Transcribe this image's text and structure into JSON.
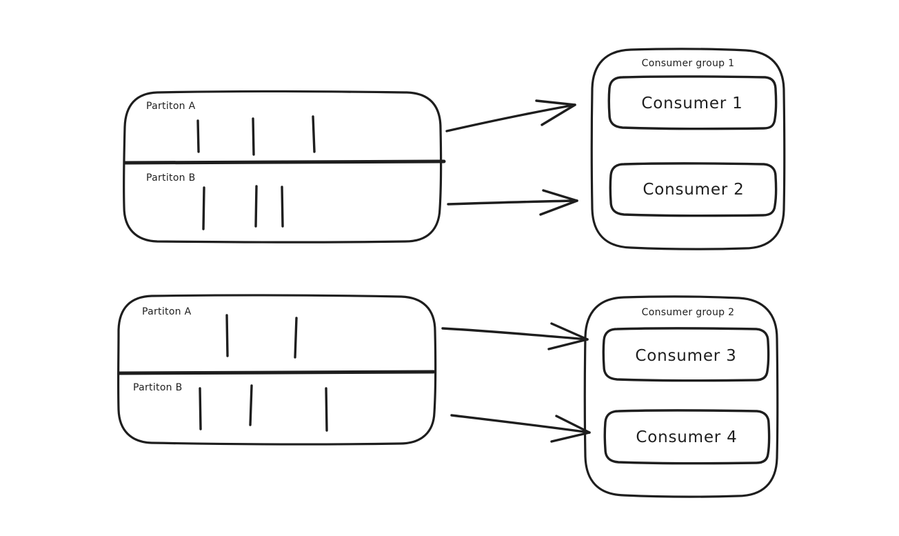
{
  "colors": {
    "stroke": "#1e1e1e",
    "background": "#ffffff"
  },
  "topic_1": {
    "partition_a": {
      "label": "Partiton A",
      "messages": 3
    },
    "partition_b": {
      "label": "Partiton B",
      "messages": 3
    }
  },
  "topic_2": {
    "partition_a": {
      "label": "Partiton A",
      "messages": 2
    },
    "partition_b": {
      "label": "Partiton B",
      "messages": 3
    }
  },
  "group_1": {
    "label": "Consumer group 1",
    "consumers": [
      "Consumer 1",
      "Consumer 2"
    ]
  },
  "group_2": {
    "label": "Consumer group 2",
    "consumers": [
      "Consumer 3",
      "Consumer 4"
    ]
  }
}
